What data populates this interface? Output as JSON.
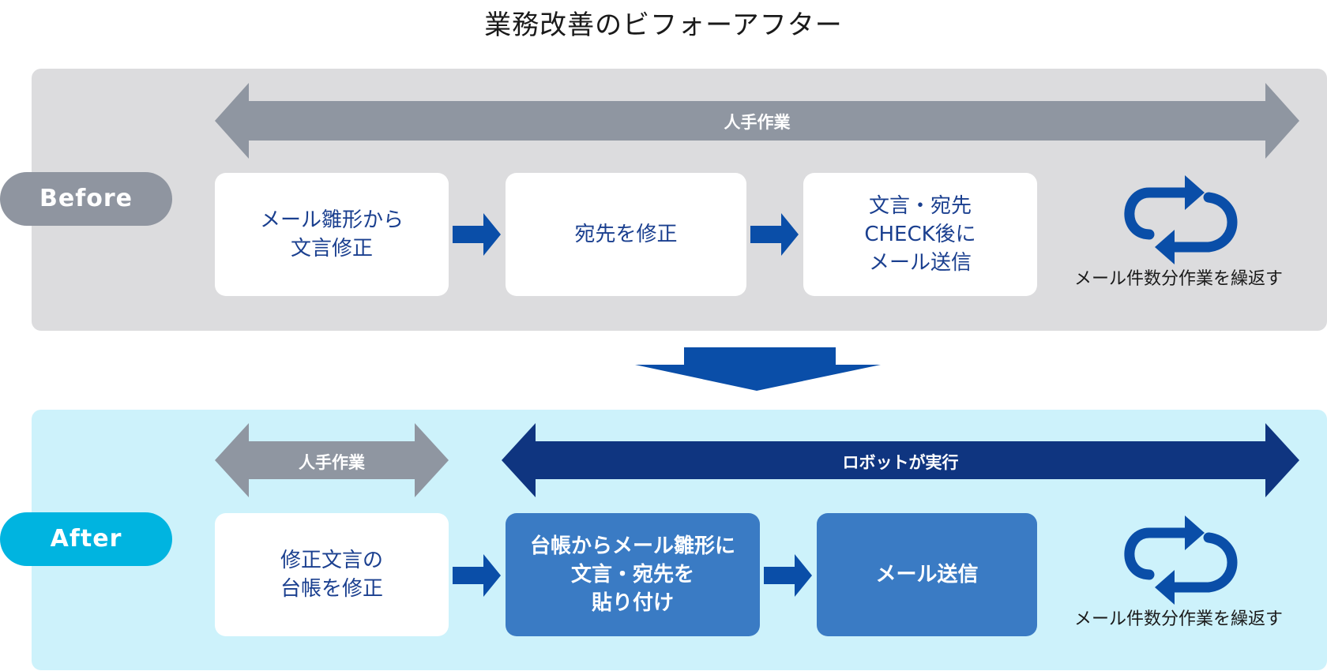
{
  "title": "業務改善のビフォーアフター",
  "colors": {
    "manual_arrow": "#8f96a1",
    "robot_arrow": "#0f3580",
    "flow_arrow": "#0a4ea8",
    "before_bg": "#dcdcde",
    "after_bg": "#cdf2fb",
    "accent_cyan": "#00b4e0",
    "box_blue": "#3a7bc4"
  },
  "before": {
    "pill_label": "Before",
    "band_label": "人手作業",
    "steps": [
      "メール雛形から\n文言修正",
      "宛先を修正",
      "文言・宛先\nCHECK後に\nメール送信"
    ],
    "repeat_label": "メール件数分作業を繰返す",
    "repeat_icon": "repeat-cycle-icon"
  },
  "after": {
    "pill_label": "After",
    "band_manual_label": "人手作業",
    "band_robot_label": "ロボットが実行",
    "steps": [
      "修正文言の\n台帳を修正",
      "台帳からメール雛形に\n文言・宛先を\n貼り付け",
      "メール送信"
    ],
    "repeat_label": "メール件数分作業を繰返す",
    "repeat_icon": "repeat-cycle-icon"
  }
}
